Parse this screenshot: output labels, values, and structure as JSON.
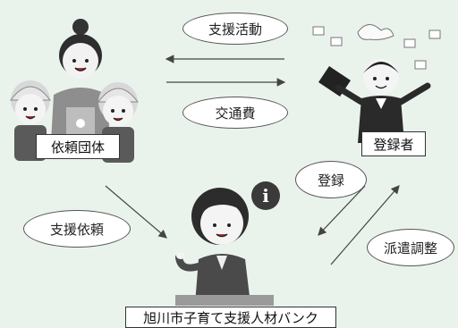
{
  "nodes": {
    "client_group": "依頼団体",
    "registrant": "登録者",
    "bank": "旭川市子育て支援人材バンク"
  },
  "edges": {
    "support_activity": "支援活動",
    "transport_fee": "交通費",
    "support_request": "支援依頼",
    "registration": "登録",
    "dispatch": "派遣調整"
  },
  "icons": {
    "info": "i"
  }
}
